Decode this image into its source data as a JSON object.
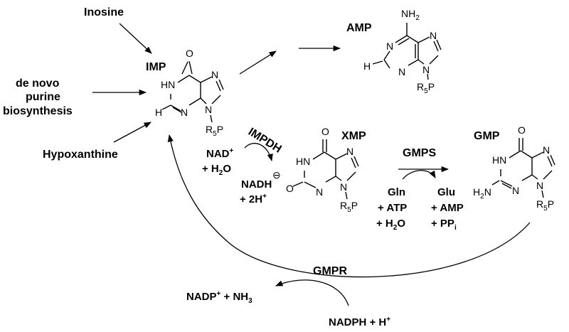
{
  "sources": {
    "inosine": "Inosine",
    "de_novo_line1": "de novo",
    "de_novo_line2": "purine",
    "de_novo_line3": "biosynthesis",
    "hypoxanthine": "Hypoxanthine"
  },
  "compounds": {
    "imp": "IMP",
    "amp": "AMP",
    "xmp": "XMP",
    "gmp": "GMP"
  },
  "enzymes": {
    "impdh": "IMPDH",
    "gmps": "GMPS",
    "gmpr": "GMPR"
  },
  "cofactors": {
    "nad": "NAD",
    "nad_sup": "+",
    "h2o_plus": "+ H",
    "h2o_sub": "2",
    "h2o_tail": "O",
    "nadh": "NADH",
    "two_h": "+ 2H",
    "two_h_sup": "+",
    "gln": "Gln",
    "atp": "+ ATP",
    "h2o2_plus": "+ H",
    "h2o2_sub": "2",
    "h2o2_tail": "O",
    "glu": "Glu",
    "amp_byproduct": "+ AMP",
    "ppi": "+ PP",
    "ppi_sub": "i",
    "nadp": "NADP",
    "nadp_sup": "+",
    "nh3": " + NH",
    "nh3_sub": "3",
    "nadph": "NADPH + H",
    "nadph_sup": "+"
  },
  "atoms": {
    "O": "O",
    "N": "N",
    "H": "H",
    "HN": "HN",
    "NH2": "NH",
    "NH2_sub": "2",
    "H2N": "H",
    "H2N_sub": "2",
    "H2N_tail": "N",
    "R": "R",
    "R_sub": "5",
    "P": "P",
    "minus": "−",
    "charge_minus": "⊖"
  }
}
